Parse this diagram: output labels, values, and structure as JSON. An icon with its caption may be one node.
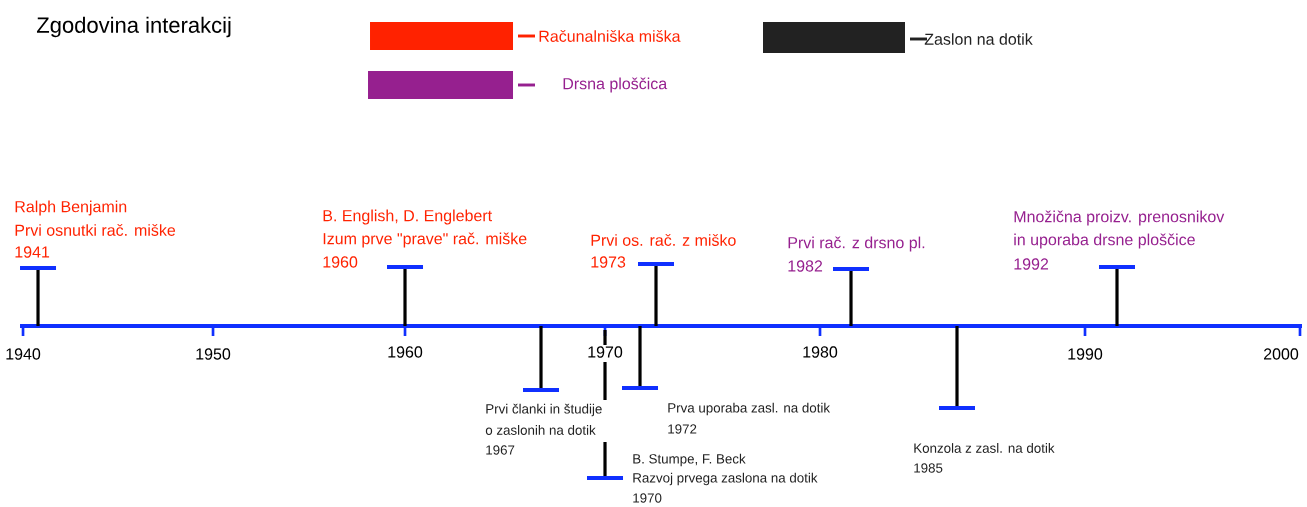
{
  "diagram": {
    "title": "Zgodovina interakcij",
    "labels": [
      "Ralph Benjamin",
      "Prvi osnutki rač. miške",
      "1941",
      "B. English, D. Englebert",
      "Izum prve \"prave\" rač. miške",
      "1960",
      "Prvi os. rač. z miško",
      "1973",
      "Prvi rač. z drsno pl.",
      "1982",
      "Množična proizv. prenosnikov",
      "in uporaba drsne ploščice",
      "1992",
      "1940",
      "1950",
      "1960",
      "1970",
      "1980",
      "1990",
      "2000",
      "Prvi članki in študije",
      "o zaslonih na dotik",
      "1967",
      "Prva uporaba zasl. na dotik",
      "1972",
      "Konzola z zasl. na dotik",
      "1985",
      "B. Stumpe, F. Beck",
      "Razvoj prvega zaslona na dotik",
      "1970"
    ],
    "legend": [
      {
        "text": "Računalniška miška",
        "color": "#ff2200"
      },
      {
        "text": "Drsna ploščica",
        "color": "#96208f"
      },
      {
        "text": "Zaslon na dotik",
        "color": "#222222"
      }
    ]
  }
}
